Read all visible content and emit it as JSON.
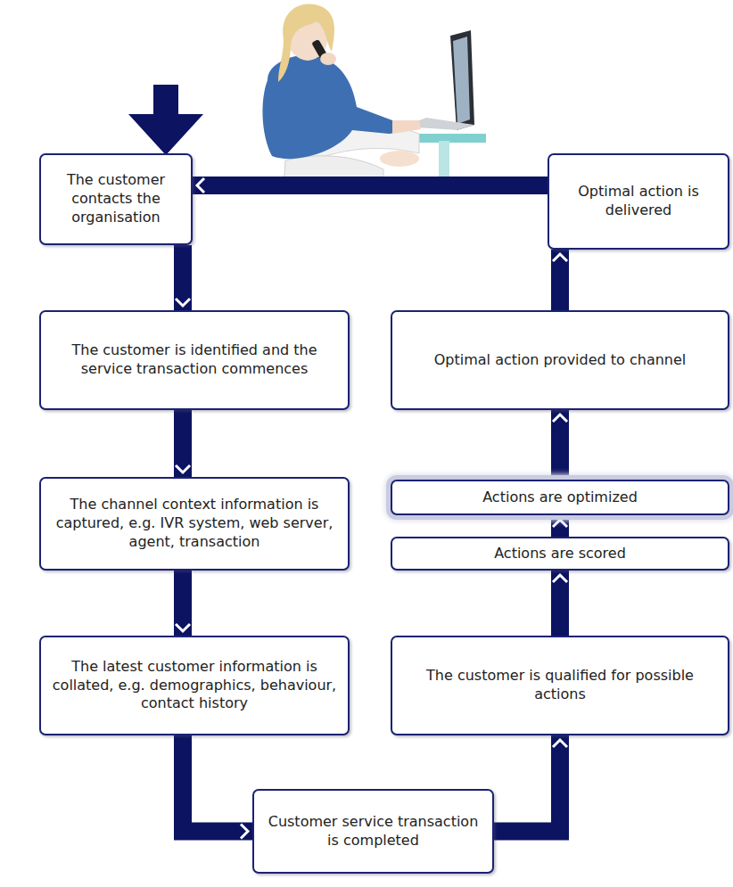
{
  "diagram": {
    "nodes": [
      {
        "text": [
          "The customer contacts the organisation"
        ]
      },
      {
        "text": [
          "The customer is identified and the service transaction commences"
        ]
      },
      {
        "text": [
          "The channel context information is captured, e.g. IVR system, web server, agent, transaction"
        ]
      },
      {
        "text": [
          "The latest customer information is collated, e.g. demographics, behaviour, contact history"
        ]
      },
      {
        "text": [
          "Customer service transaction is completed"
        ]
      },
      {
        "text": [
          "The customer is qualified for possible actions"
        ]
      },
      {
        "text": [
          "Actions are scored"
        ]
      },
      {
        "text": [
          "Actions are optimized"
        ]
      },
      {
        "text": [
          "Optimal action provided to channel"
        ]
      },
      {
        "text": [
          "Optimal action is delivered"
        ]
      }
    ],
    "edges": [
      {
        "from": 0,
        "to": 1,
        "arrow": "to"
      },
      {
        "from": 1,
        "to": 2,
        "arrow": "to"
      },
      {
        "from": 2,
        "to": 3,
        "arrow": "to"
      },
      {
        "from": 3,
        "to": 4,
        "arrow": "to"
      },
      {
        "from": 4,
        "to": 5,
        "arrow": "to"
      },
      {
        "from": 5,
        "to": 6,
        "arrow": "to"
      },
      {
        "from": 6,
        "to": 7,
        "arrow": "to"
      },
      {
        "from": 7,
        "to": 8,
        "arrow": "to"
      },
      {
        "from": 8,
        "to": 9,
        "arrow": "to"
      },
      {
        "from": 9,
        "to": 0,
        "arrow": "to"
      }
    ]
  }
}
